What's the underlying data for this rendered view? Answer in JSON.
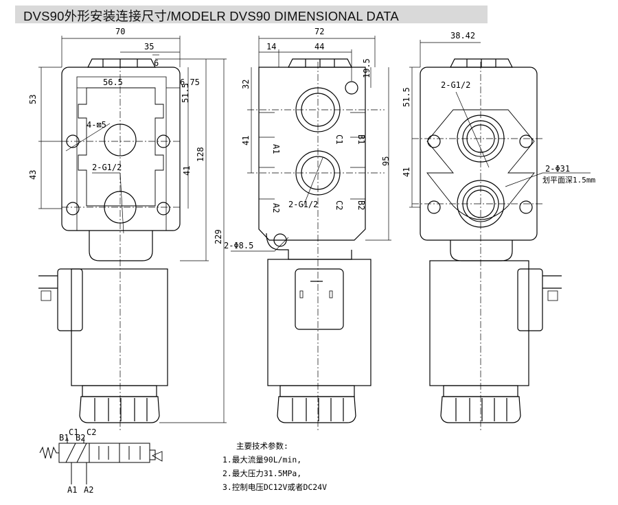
{
  "title": "DVS90外形安装连接尺寸/MODELR DVS90 DIMENSIONAL DATA",
  "front_view": {
    "dims": [
      "70",
      "35",
      "6",
      "56.5",
      "6.75",
      "51.5",
      "53",
      "43",
      "41",
      "128",
      "229"
    ],
    "callouts": [
      "4-⊠5",
      "2-G1/2"
    ]
  },
  "side_view": {
    "dims": [
      "72",
      "14",
      "44",
      "19.5",
      "32",
      "41",
      "95"
    ],
    "ports": [
      "A1",
      "C1",
      "B1",
      "A2",
      "C2",
      "B2"
    ],
    "callouts": [
      "2-G1/2",
      "2-Φ8.5"
    ]
  },
  "back_view": {
    "dims": [
      "38.42",
      "51.5",
      "41"
    ],
    "callouts": [
      "2-G1/2",
      "2-Φ31",
      "划平面深1.5mm"
    ]
  },
  "schematic": {
    "labels": [
      "C1",
      "C2",
      "B1",
      "B2",
      "A1",
      "A2"
    ]
  },
  "specs": {
    "heading": "主要技术参数:",
    "items": [
      "1.最大流量90L/min,",
      "2.最大压力31.5MPa,",
      "3.控制电压DC12V或者DC24V"
    ]
  }
}
